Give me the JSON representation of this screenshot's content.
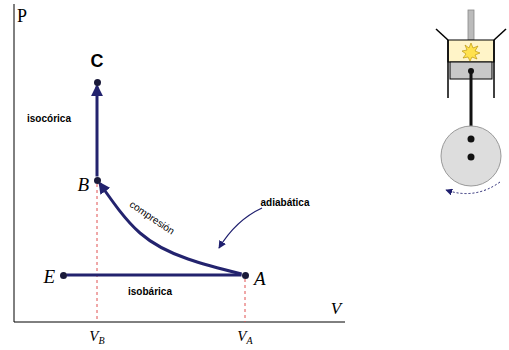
{
  "diagram": {
    "nodes": [
      {
        "text": [
          "C"
        ]
      },
      {
        "text": [
          "B"
        ]
      },
      {
        "text": [
          "E"
        ]
      },
      {
        "text": [
          "A"
        ]
      }
    ],
    "edges": [
      {
        "from": 2,
        "to": 3,
        "label": "isobárica",
        "arrow": "none"
      },
      {
        "from": 3,
        "to": 1,
        "label": "compresión",
        "arrow": "to"
      },
      {
        "from": 1,
        "to": 0,
        "label": "isocórica",
        "arrow": "to"
      }
    ],
    "labels": [
      "P",
      "V",
      "adiabática",
      "VB",
      "VA"
    ]
  }
}
